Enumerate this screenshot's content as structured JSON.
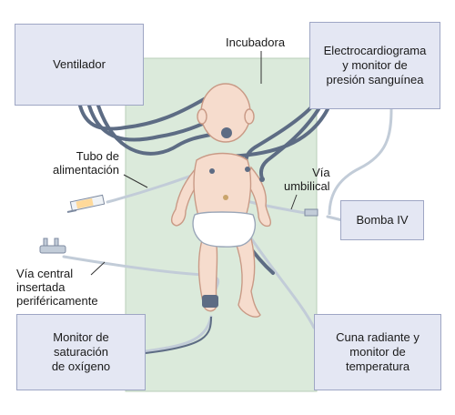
{
  "labels": {
    "incubator": "Incubadora",
    "ventilator": "Ventilador",
    "ecg": "Electrocardiograma\ny monitor de\npresión sanguínea",
    "feeding_tube": "Tubo de\nalimentación",
    "umbilical": "Vía\numbilical",
    "iv_pump": "Bomba IV",
    "picc": "Vía central\ninsertada\nperiféricamente",
    "oxygen": "Monitor de\nsaturación\nde oxígeno",
    "warmer": "Cuna radiante y\nmonitor de\ntemperatura"
  },
  "colors": {
    "incubator_fill": "#dbeadb",
    "box_fill": "#e4e7f3",
    "box_border": "#9ea6c4",
    "skin": "#f6dccd",
    "skin_outline": "#c99a86",
    "tube_dark": "#5d6c84",
    "tube_light": "#c2ccd8"
  }
}
